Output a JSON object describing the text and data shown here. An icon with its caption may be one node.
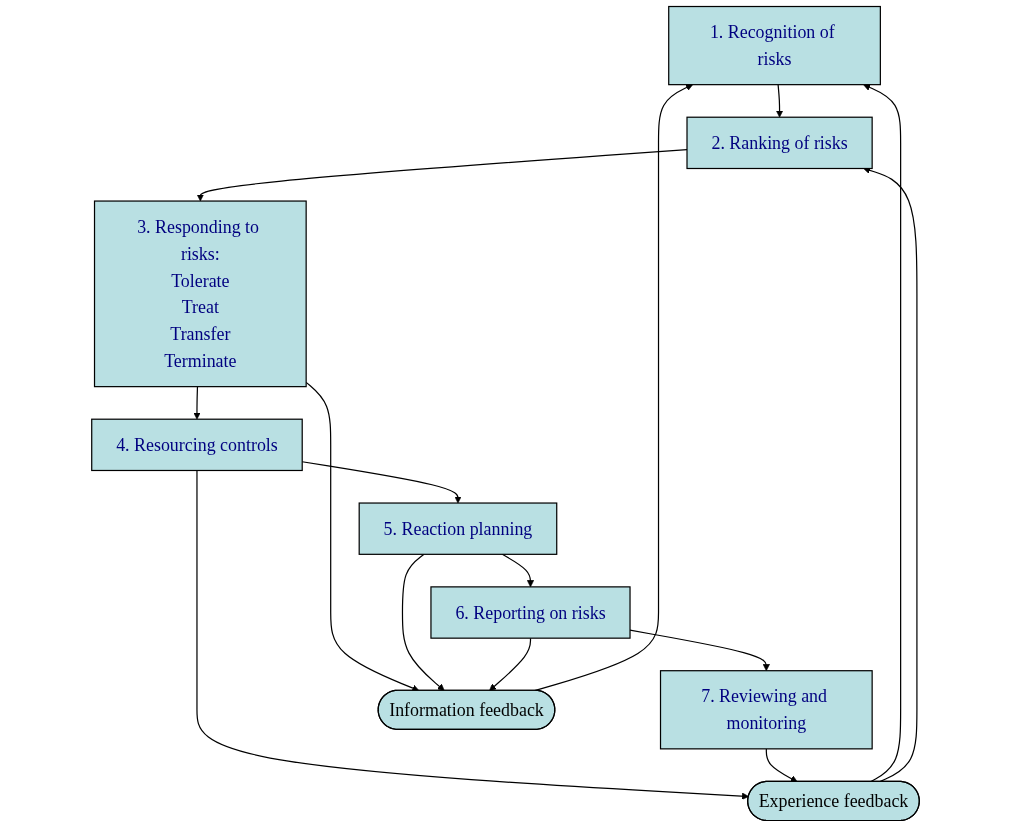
{
  "diagram": {
    "nodes": [
      {
        "text": [
          "1. Recognition of risks"
        ]
      },
      {
        "text": [
          "2. Ranking of risks"
        ]
      },
      {
        "text": [
          "3. Responding to risks:",
          "Tolerate",
          "Treat",
          "Transfer",
          "Terminate"
        ]
      },
      {
        "text": [
          "4. Resourcing controls"
        ]
      },
      {
        "text": [
          "5. Reaction planning"
        ]
      },
      {
        "text": [
          "6. Reporting on risks"
        ]
      },
      {
        "text": [
          "7. Reviewing and monitoring"
        ]
      },
      {
        "text": [
          "Experience feedback"
        ]
      },
      {
        "text": [
          "Information feedback"
        ]
      }
    ],
    "edges": [
      {
        "from": 0,
        "to": 1,
        "arrow": "to"
      },
      {
        "from": 1,
        "to": 2,
        "arrow": "to"
      },
      {
        "from": 2,
        "to": 3,
        "arrow": "to"
      },
      {
        "from": 3,
        "to": 4,
        "arrow": "to"
      },
      {
        "from": 4,
        "to": 5,
        "arrow": "to"
      },
      {
        "from": 5,
        "to": 6,
        "arrow": "to"
      },
      {
        "from": 7,
        "to": 0,
        "arrow": "to"
      },
      {
        "from": 7,
        "to": 1,
        "arrow": "to"
      },
      {
        "from": 3,
        "to": 7,
        "arrow": "to"
      },
      {
        "from": 6,
        "to": 7,
        "arrow": "to"
      },
      {
        "from": 2,
        "to": 8,
        "arrow": "to"
      },
      {
        "from": 4,
        "to": 8,
        "arrow": "to"
      },
      {
        "from": 5,
        "to": 8,
        "arrow": "to"
      },
      {
        "from": 8,
        "to": 0,
        "arrow": "to"
      }
    ]
  }
}
